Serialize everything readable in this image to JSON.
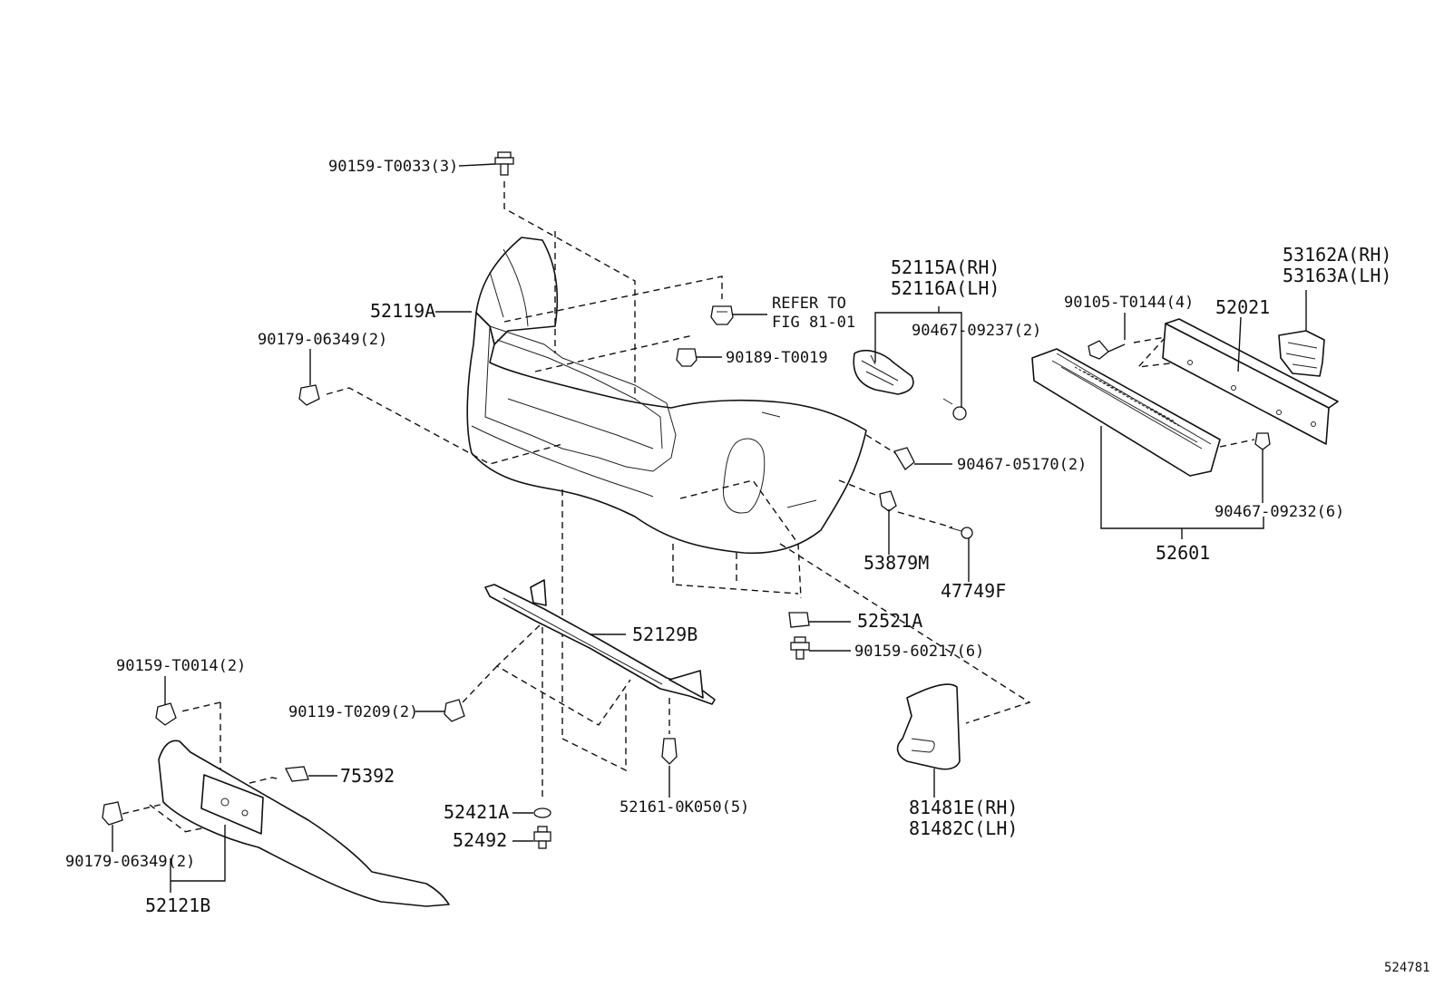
{
  "diagram_id": "524781",
  "labels": {
    "p90159_T0033": "90159-T0033(3)",
    "p52119A": "52119A",
    "p90179_06349_top": "90179-06349(2)",
    "refer_line1": "REFER TO",
    "refer_line2": "FIG 81-01",
    "p90189_T0019": "90189-T0019",
    "p52115A": "52115A(RH)",
    "p52116A": "52116A(LH)",
    "p90467_09237": "90467-09237(2)",
    "p90105_T0144": "90105-T0144(4)",
    "p52021": "52021",
    "p53162A": "53162A(RH)",
    "p53163A": "53163A(LH)",
    "p90467_05170": "90467-05170(2)",
    "p90467_09232": "90467-09232(6)",
    "p52601": "52601",
    "p53879M": "53879M",
    "p47749F": "47749F",
    "p52521A": "52521A",
    "p90159_60217": "90159-60217(6)",
    "p52129B": "52129B",
    "p90159_T0014": "90159-T0014(2)",
    "p90119_T0209": "90119-T0209(2)",
    "p75392": "75392",
    "p52421A": "52421A",
    "p52492": "52492",
    "p52161_0K050": "52161-0K050(5)",
    "p81481E": "81481E(RH)",
    "p81482C": "81482C(LH)",
    "p90179_06349_bot": "90179-06349(2)",
    "p52121B": "52121B"
  }
}
